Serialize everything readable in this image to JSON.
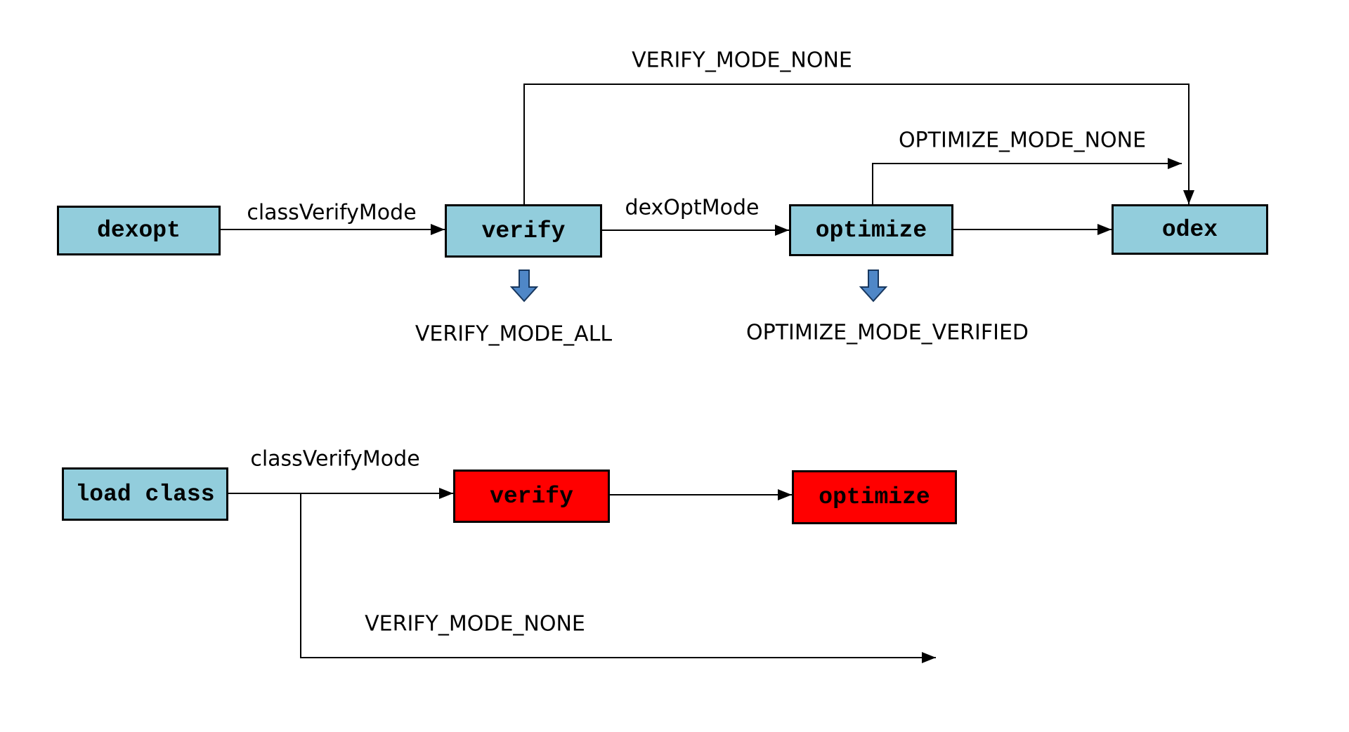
{
  "colors": {
    "background": "#FFFFFF",
    "node_fill_blue": "#92CDDC",
    "node_fill_red": "#FF0000",
    "node_border": "#000000",
    "edge_color": "#000000",
    "block_arrow_fill": "#4F87C7",
    "block_arrow_border": "#17375E"
  },
  "nodes": {
    "dexopt": "dexopt",
    "verify_top": "verify",
    "optimize_top": "optimize",
    "odex": "odex",
    "load_class": "load class",
    "verify_bottom": "verify",
    "optimize_bottom": "optimize"
  },
  "labels": {
    "class_verify_mode_top": "classVerifyMode",
    "dex_opt_mode": "dexOptMode",
    "verify_mode_none_top": "VERIFY_MODE_NONE",
    "optimize_mode_none": "OPTIMIZE_MODE_NONE",
    "verify_mode_all": "VERIFY_MODE_ALL",
    "optimize_mode_verified": "OPTIMIZE_MODE_VERIFIED",
    "class_verify_mode_bottom": "classVerifyMode",
    "verify_mode_none_bottom": "VERIFY_MODE_NONE"
  },
  "edges": [
    {
      "from": "dexopt",
      "to": "verify",
      "label": "classVerifyMode"
    },
    {
      "from": "verify",
      "to": "optimize",
      "label": "dexOptMode"
    },
    {
      "from": "optimize",
      "to": "odex",
      "label": ""
    },
    {
      "from": "verify",
      "to": "odex",
      "label": "VERIFY_MODE_NONE"
    },
    {
      "from": "optimize",
      "to": "odex",
      "label": "OPTIMIZE_MODE_NONE"
    },
    {
      "from": "load class",
      "to": "verify",
      "label": "classVerifyMode"
    },
    {
      "from": "verify",
      "to": "optimize",
      "label": ""
    },
    {
      "from": "load class",
      "to": "",
      "label": "VERIFY_MODE_NONE"
    }
  ],
  "callouts": [
    {
      "node": "verify",
      "value": "VERIFY_MODE_ALL"
    },
    {
      "node": "optimize",
      "value": "OPTIMIZE_MODE_VERIFIED"
    }
  ]
}
